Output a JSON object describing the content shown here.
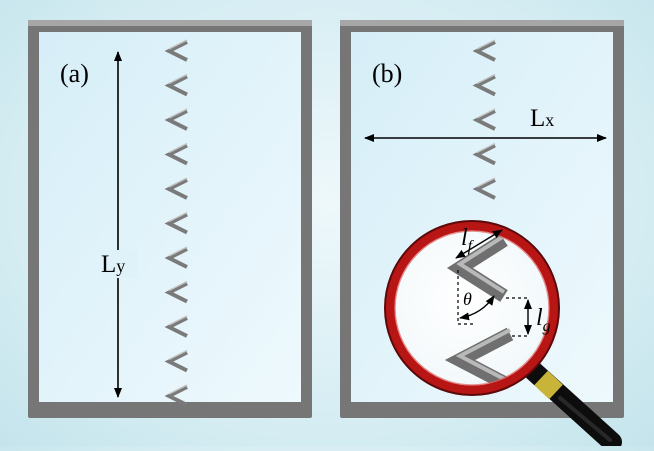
{
  "panels": [
    {
      "label": "(a)",
      "dimension": {
        "main": "L",
        "sub": "y"
      }
    },
    {
      "label": "(b)",
      "dimension": {
        "main": "L",
        "sub": "x"
      }
    }
  ],
  "magnifier": {
    "fin_length": {
      "main": "l",
      "sub": "f"
    },
    "gap_length": {
      "main": "l",
      "sub": "g"
    },
    "angle": "θ",
    "colors": {
      "rim": "#b81515",
      "handle": "#101010",
      "band": "#c9b43a"
    }
  },
  "colors": {
    "frame": "#777777",
    "frame_highlight": "#a2a2a2",
    "water": "#dff3fb",
    "fin": "#7a7a7a"
  }
}
